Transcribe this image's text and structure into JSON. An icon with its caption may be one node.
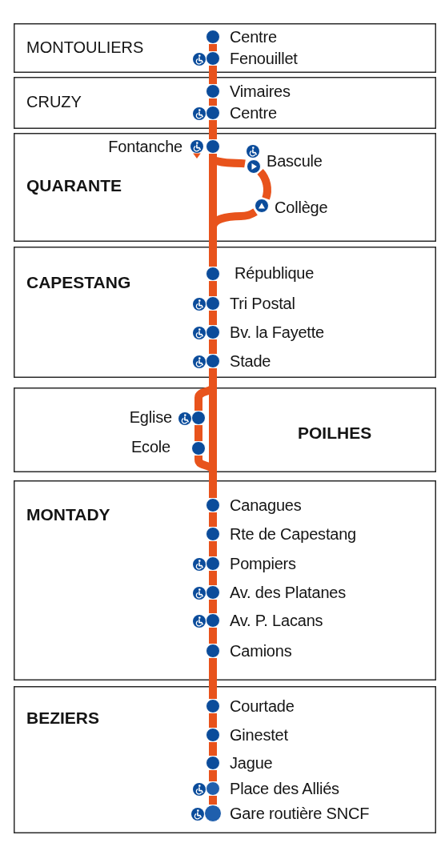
{
  "diagram": {
    "nodes": [
      {
        "text": [
          "MONTOULIERS"
        ]
      },
      {
        "text": [],
        "shape": "circle",
        "beside": [
          "Centre"
        ],
        "in": 0
      },
      {
        "text": [],
        "shape": "circle",
        "beside": [
          "Fenouillet"
        ],
        "in": 0
      },
      {
        "text": [
          "CRUZY"
        ]
      },
      {
        "text": [],
        "shape": "circle",
        "beside": [
          "Vimaires"
        ],
        "in": 3
      },
      {
        "text": [],
        "shape": "circle",
        "beside": [
          "Centre"
        ],
        "in": 3
      },
      {
        "text": [
          "QUARANTE"
        ]
      },
      {
        "text": [],
        "shape": "circle",
        "beside": [
          "Fontanche"
        ],
        "in": 6
      },
      {
        "text": [],
        "shape": "circle",
        "beside": [
          "Bascule"
        ],
        "in": 6
      },
      {
        "text": [],
        "shape": "circle",
        "beside": [
          "Collège"
        ],
        "in": 6
      },
      {
        "text": [
          "CAPESTANG"
        ]
      },
      {
        "text": [],
        "shape": "circle",
        "beside": [
          "République"
        ],
        "in": 10
      },
      {
        "text": [],
        "shape": "circle",
        "beside": [
          "Tri Postal"
        ],
        "in": 10
      },
      {
        "text": [],
        "shape": "circle",
        "beside": [
          "Bv. la Fayette"
        ],
        "in": 10
      },
      {
        "text": [],
        "shape": "circle",
        "beside": [
          "Stade"
        ],
        "in": 10
      },
      {
        "text": [
          "POILHES"
        ]
      },
      {
        "text": [],
        "shape": "circle",
        "beside": [
          "Eglise"
        ],
        "in": 15
      },
      {
        "text": [],
        "shape": "circle",
        "beside": [
          "Ecole"
        ],
        "in": 15
      },
      {
        "text": [
          "MONTADY"
        ]
      },
      {
        "text": [],
        "shape": "circle",
        "beside": [
          "Canagues"
        ],
        "in": 18
      },
      {
        "text": [],
        "shape": "circle",
        "beside": [
          "Rte de Capestang"
        ],
        "in": 18
      },
      {
        "text": [],
        "shape": "circle",
        "beside": [
          "Pompiers"
        ],
        "in": 18
      },
      {
        "text": [],
        "shape": "circle",
        "beside": [
          "Av. des Platanes"
        ],
        "in": 18
      },
      {
        "text": [],
        "shape": "circle",
        "beside": [
          "Av. P. Lacans"
        ],
        "in": 18
      },
      {
        "text": [],
        "shape": "circle",
        "beside": [
          "Camions"
        ],
        "in": 18
      },
      {
        "text": [
          "BEZIERS"
        ]
      },
      {
        "text": [],
        "shape": "circle",
        "beside": [
          "Courtade"
        ],
        "in": 25
      },
      {
        "text": [],
        "shape": "circle",
        "beside": [
          "Ginestet"
        ],
        "in": 25
      },
      {
        "text": [],
        "shape": "circle",
        "beside": [
          "Jague"
        ],
        "in": 25
      },
      {
        "text": [],
        "shape": "circle",
        "beside": [
          "Place des Alliés"
        ],
        "in": 25
      },
      {
        "text": [],
        "shape": "circle",
        "beside": [
          "Gare routière SNCF"
        ],
        "in": 25
      }
    ],
    "edges": [
      {
        "from": 1,
        "to": 2,
        "arrow": "none"
      },
      {
        "from": 2,
        "to": 4,
        "arrow": "none"
      },
      {
        "from": 4,
        "to": 5,
        "arrow": "none"
      },
      {
        "from": 5,
        "to": 7,
        "arrow": "none"
      },
      {
        "from": 7,
        "to": 8,
        "arrow": "none"
      },
      {
        "from": 8,
        "to": 9,
        "arrow": "none"
      },
      {
        "from": 9,
        "to": 11,
        "arrow": "none"
      },
      {
        "from": 7,
        "to": 11,
        "arrow": "none"
      },
      {
        "from": 11,
        "to": 12,
        "arrow": "none"
      },
      {
        "from": 12,
        "to": 13,
        "arrow": "none"
      },
      {
        "from": 13,
        "to": 14,
        "arrow": "none"
      },
      {
        "from": 14,
        "to": 16,
        "arrow": "none"
      },
      {
        "from": 16,
        "to": 17,
        "arrow": "none"
      },
      {
        "from": 17,
        "to": 19,
        "arrow": "none"
      },
      {
        "from": 14,
        "to": 19,
        "arrow": "none"
      },
      {
        "from": 19,
        "to": 20,
        "arrow": "none"
      },
      {
        "from": 20,
        "to": 21,
        "arrow": "none"
      },
      {
        "from": 21,
        "to": 22,
        "arrow": "none"
      },
      {
        "from": 22,
        "to": 23,
        "arrow": "none"
      },
      {
        "from": 23,
        "to": 24,
        "arrow": "none"
      },
      {
        "from": 24,
        "to": 26,
        "arrow": "none"
      },
      {
        "from": 26,
        "to": 27,
        "arrow": "none"
      },
      {
        "from": 27,
        "to": 28,
        "arrow": "none"
      },
      {
        "from": 28,
        "to": 29,
        "arrow": "none"
      },
      {
        "from": 29,
        "to": 30,
        "arrow": "none"
      }
    ]
  }
}
